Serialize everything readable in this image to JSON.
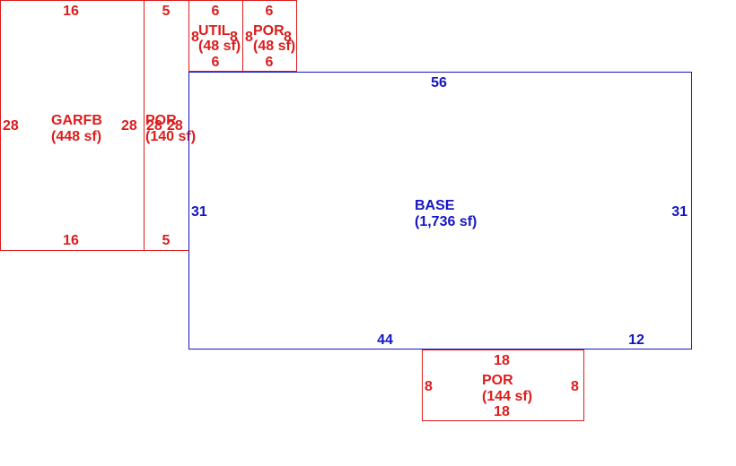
{
  "colors": {
    "red": "#dd1c1c",
    "blue": "#1515c4",
    "background": "#ffffff"
  },
  "areas": [
    {
      "id": "garfb",
      "name": "GARFB",
      "area": "(448 sf)",
      "color": "red",
      "dims": {
        "top": "16",
        "bottom": "16",
        "left": "28",
        "right": "28"
      }
    },
    {
      "id": "por-side",
      "name": "POR",
      "area": "(140 sf)",
      "color": "red",
      "dims": {
        "top": "5",
        "bottom": "5",
        "left": "28",
        "right": "28"
      }
    },
    {
      "id": "util",
      "name": "UTIL",
      "area": "(48 sf)",
      "color": "red",
      "dims": {
        "top": "6",
        "bottom": "6",
        "left": "8",
        "right": "8"
      }
    },
    {
      "id": "por-top",
      "name": "POR",
      "area": "(48 sf)",
      "color": "red",
      "dims": {
        "top": "6",
        "bottom": "6",
        "left": "8",
        "right": "8"
      }
    },
    {
      "id": "base",
      "name": "BASE",
      "area": "(1,736 sf)",
      "color": "blue",
      "dims": {
        "top": "56",
        "left": "31",
        "right": "31",
        "bottom_left": "44",
        "bottom_right": "12"
      }
    },
    {
      "id": "por-bottom",
      "name": "POR",
      "area": "(144 sf)",
      "color": "red",
      "dims": {
        "top": "18",
        "bottom": "18",
        "left": "8",
        "right": "8"
      }
    }
  ]
}
